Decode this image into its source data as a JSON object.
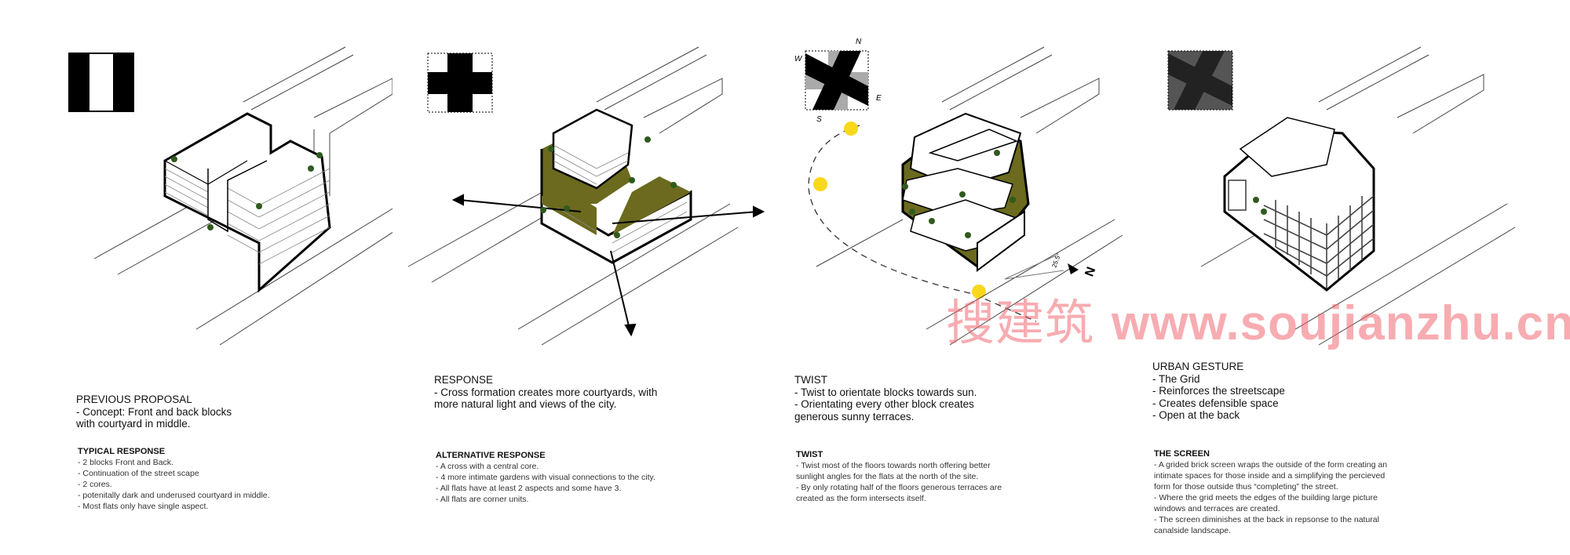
{
  "panels": [
    {
      "title": "PREVIOUS PROPOSAL",
      "lines": [
        "- Concept: Front and back blocks",
        "with courtyard in middle."
      ],
      "subheading": "TYPICAL RESPONSE",
      "bullets": [
        "- 2 blocks Front and Back.",
        "- Continuation of the street scape",
        "- 2 cores.",
        "- potenitally dark and underused courtyard in middle.",
        "- Most flats only have single aspect."
      ]
    },
    {
      "title": "RESPONSE",
      "lines": [
        "- Cross formation creates more courtyards, with",
        "more natural light and views of the city."
      ],
      "subheading": "ALTERNATIVE RESPONSE",
      "bullets": [
        "- A cross with a central core.",
        "- 4 more intimate gardens with visual connections to the city.",
        "- All flats have at least 2 aspects and some have 3.",
        "- All flats are corner units."
      ]
    },
    {
      "title": "TWIST",
      "lines": [
        "- Twist to orientate blocks towards sun.",
        "- Orientating every other block creates",
        "generous sunny terraces."
      ],
      "subheading": "TWIST",
      "bullets": [
        "- Twist most of the floors towards north offering better",
        "sunlight angles for the flats at the north of the site.",
        "- By only rotating half of the floors generous terraces are",
        "created as the form intersects itself."
      ],
      "compass": {
        "n": "N",
        "e": "E",
        "s": "S",
        "w": "W"
      },
      "angle_label": "25.5°",
      "north_label": "N"
    },
    {
      "title": "URBAN GESTURE",
      "lines": [
        "- The Grid",
        "- Reinforces the streetscape",
        "- Creates defensible space",
        "- Open at the back"
      ],
      "subheading": "THE SCREEN",
      "bullets": [
        "-  A grided brick screen wraps the outside of the form creating an",
        "intimate spaces for those inside and a simplifying the percieved",
        "form for those outside thus “completing” the street.",
        "- Where the grid meets the edges of the building large picture",
        "windows and terraces are created.",
        "- The screen diminishes at the back in repsonse to the natural",
        "canalside landscape."
      ]
    }
  ],
  "watermark": {
    "cn": "搜建筑",
    "url": "www.soujianzhu.cn"
  },
  "colors": {
    "terrace": "#6b6a1e",
    "tree": "#2f5a1e",
    "sun": "#f7d81c",
    "watermark": "#f05a64"
  }
}
